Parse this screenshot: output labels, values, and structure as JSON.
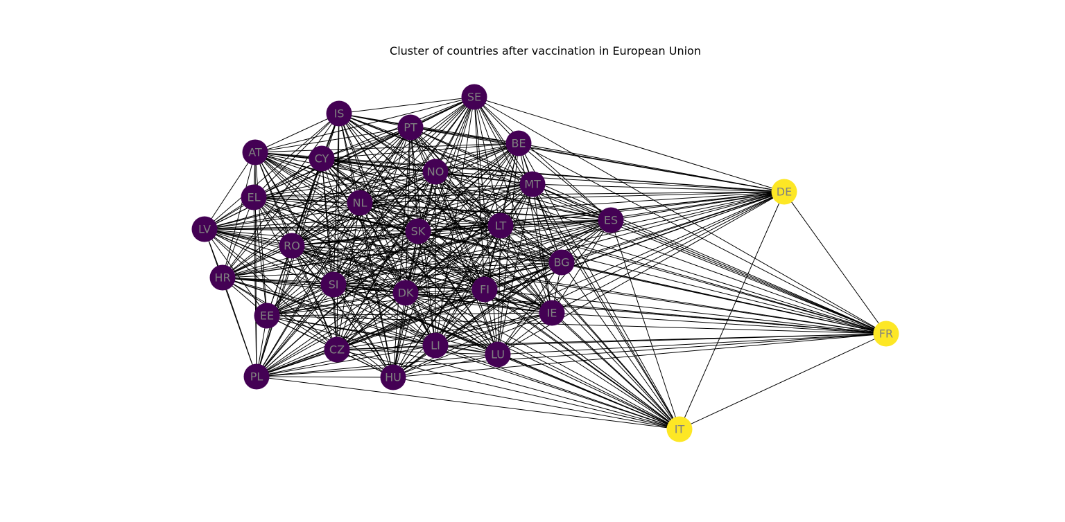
{
  "title": "Cluster of countries after vaccination in European Union",
  "colors": {
    "cluster_0": "#440154",
    "cluster_1": "#fde725",
    "edge": "#000000",
    "label": "#808080"
  },
  "nodes": [
    {
      "id": "SE",
      "cluster": 0
    },
    {
      "id": "IS",
      "cluster": 0
    },
    {
      "id": "PT",
      "cluster": 0
    },
    {
      "id": "BE",
      "cluster": 0
    },
    {
      "id": "AT",
      "cluster": 0
    },
    {
      "id": "CY",
      "cluster": 0
    },
    {
      "id": "NO",
      "cluster": 0
    },
    {
      "id": "MT",
      "cluster": 0
    },
    {
      "id": "EL",
      "cluster": 0
    },
    {
      "id": "NL",
      "cluster": 0
    },
    {
      "id": "LV",
      "cluster": 0
    },
    {
      "id": "SK",
      "cluster": 0
    },
    {
      "id": "LT",
      "cluster": 0
    },
    {
      "id": "ES",
      "cluster": 0
    },
    {
      "id": "RO",
      "cluster": 0
    },
    {
      "id": "BG",
      "cluster": 0
    },
    {
      "id": "HR",
      "cluster": 0
    },
    {
      "id": "SI",
      "cluster": 0
    },
    {
      "id": "FI",
      "cluster": 0
    },
    {
      "id": "DK",
      "cluster": 0
    },
    {
      "id": "IE",
      "cluster": 0
    },
    {
      "id": "EE",
      "cluster": 0
    },
    {
      "id": "LI",
      "cluster": 0
    },
    {
      "id": "CZ",
      "cluster": 0
    },
    {
      "id": "LU",
      "cluster": 0
    },
    {
      "id": "PL",
      "cluster": 0
    },
    {
      "id": "HU",
      "cluster": 0
    },
    {
      "id": "DE",
      "cluster": 1
    },
    {
      "id": "FR",
      "cluster": 1
    },
    {
      "id": "IT",
      "cluster": 1
    }
  ]
}
